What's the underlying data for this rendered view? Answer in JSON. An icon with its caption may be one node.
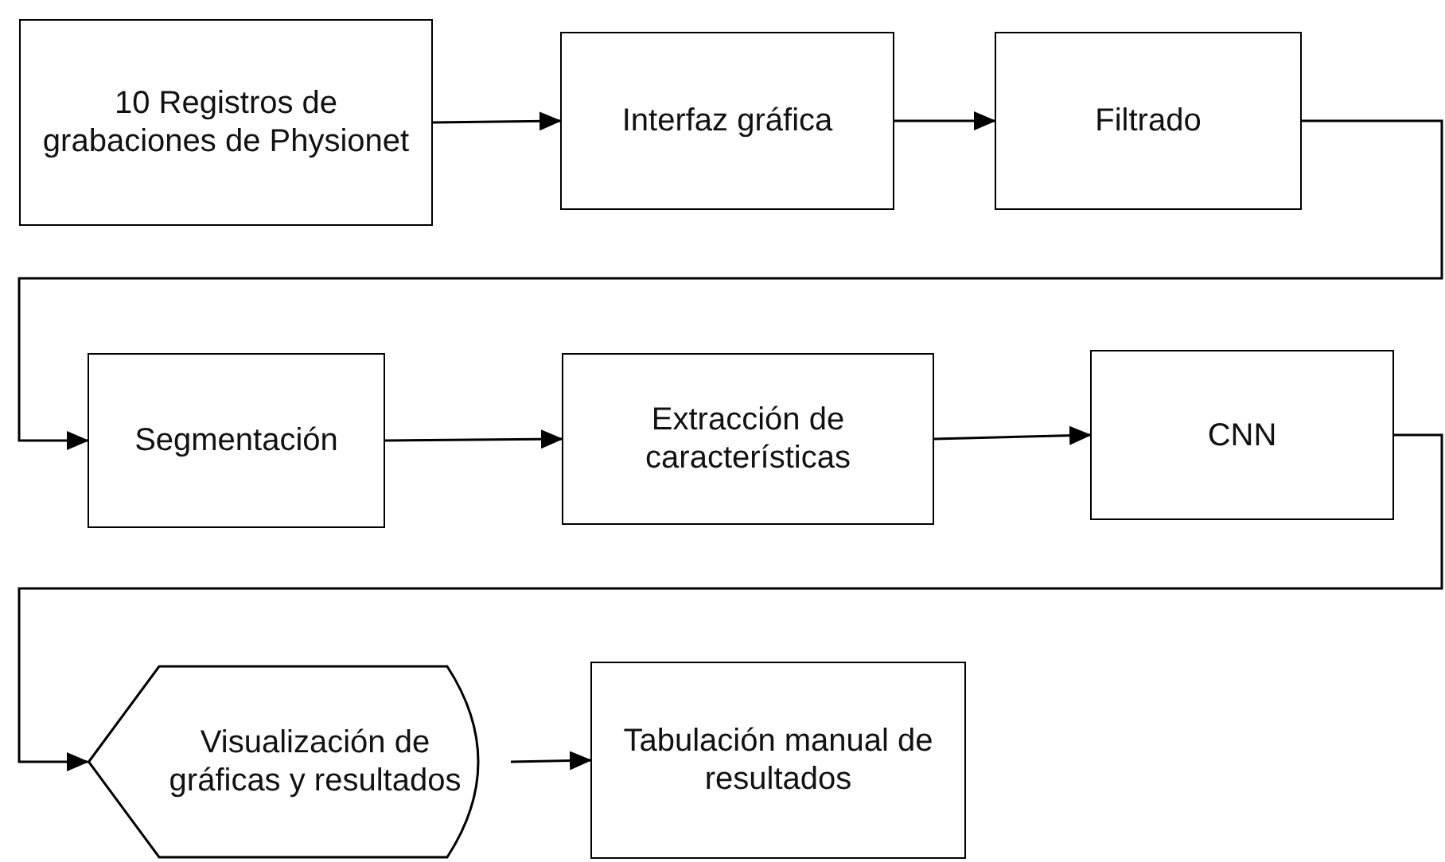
{
  "diagram": {
    "nodes": [
      {
        "text": [
          "10 Registros de grabaciones de Physionet"
        ]
      },
      {
        "text": [
          "Interfaz gráfica"
        ]
      },
      {
        "text": [
          "Filtrado"
        ]
      },
      {
        "text": [
          "Segmentación"
        ]
      },
      {
        "text": [
          "Extracción de características"
        ]
      },
      {
        "text": [
          "CNN"
        ]
      },
      {
        "text": [
          "Visualización de gráficas y resultados"
        ]
      },
      {
        "text": [
          "Tabulación manual de resultados"
        ]
      }
    ],
    "edges": [
      {
        "from": 0,
        "to": 1,
        "arrow": "to"
      },
      {
        "from": 1,
        "to": 2,
        "arrow": "to"
      },
      {
        "from": 2,
        "to": 3,
        "arrow": "to"
      },
      {
        "from": 3,
        "to": 4,
        "arrow": "to"
      },
      {
        "from": 4,
        "to": 5,
        "arrow": "to"
      },
      {
        "from": 5,
        "to": 6,
        "arrow": "to"
      },
      {
        "from": 6,
        "to": 7,
        "arrow": "to"
      }
    ]
  }
}
